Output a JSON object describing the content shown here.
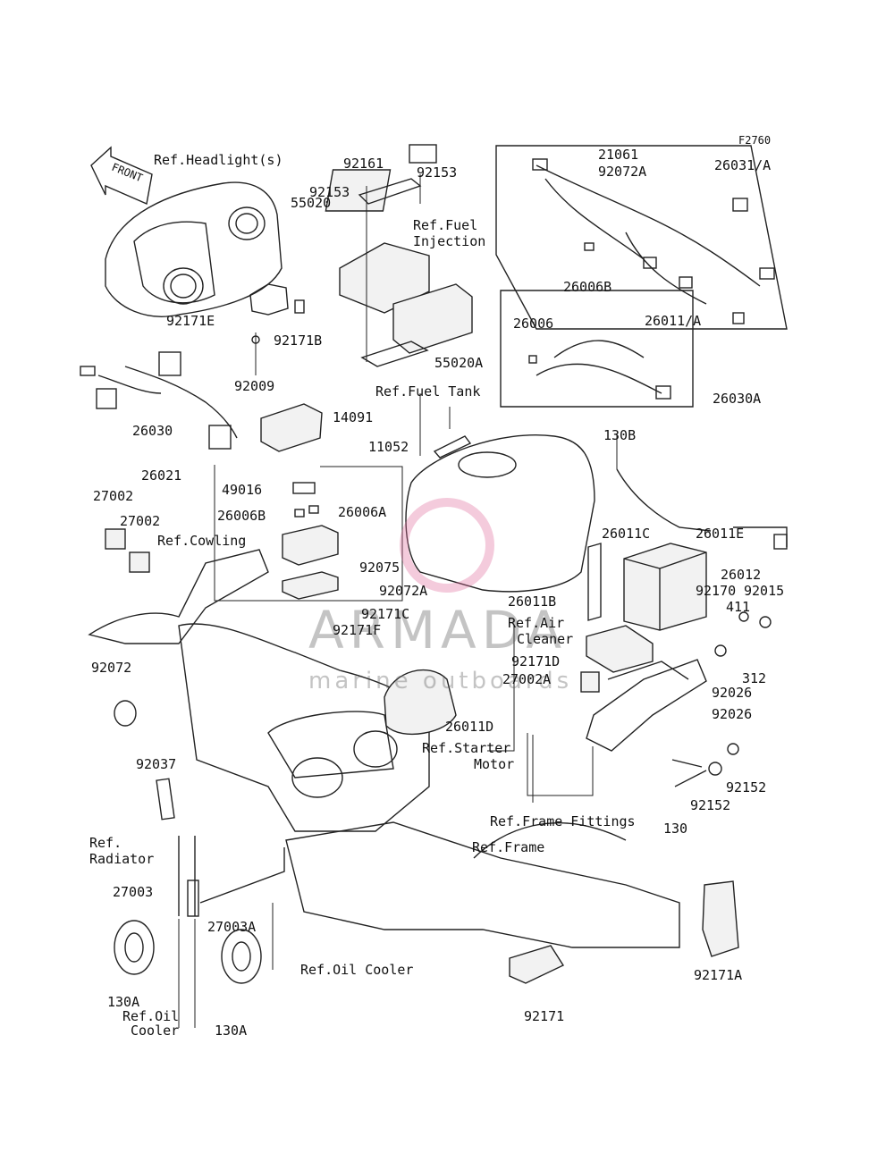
{
  "figure_code": "F2760",
  "front_arrow": "FRONT",
  "watermark": {
    "brand": "ARMADA",
    "tagline": "marine outboards"
  },
  "labels": [
    {
      "text": "Ref.Headlight(s)"
    },
    {
      "text": "92161"
    },
    {
      "text": "92153"
    },
    {
      "text": "92153"
    },
    {
      "text": "55020"
    },
    {
      "text": "Ref.Fuel"
    },
    {
      "text": "Injection"
    },
    {
      "text": "21061"
    },
    {
      "text": "92072A"
    },
    {
      "text": "26031/A"
    },
    {
      "text": "26006B"
    },
    {
      "text": "26011/A"
    },
    {
      "text": "92171E"
    },
    {
      "text": "92171B"
    },
    {
      "text": "55020A"
    },
    {
      "text": "92009"
    },
    {
      "text": "26006"
    },
    {
      "text": "26030A"
    },
    {
      "text": "26030"
    },
    {
      "text": "Ref.Fuel Tank"
    },
    {
      "text": "14091"
    },
    {
      "text": "11052"
    },
    {
      "text": "130B"
    },
    {
      "text": "26021"
    },
    {
      "text": "49016"
    },
    {
      "text": "26006B"
    },
    {
      "text": "26006A"
    },
    {
      "text": "27002"
    },
    {
      "text": "27002"
    },
    {
      "text": "Ref.Cowling"
    },
    {
      "text": "26011C"
    },
    {
      "text": "26011E"
    },
    {
      "text": "92075"
    },
    {
      "text": "26012"
    },
    {
      "text": "92072A"
    },
    {
      "text": "92170"
    },
    {
      "text": "92015"
    },
    {
      "text": "26011B"
    },
    {
      "text": "411"
    },
    {
      "text": "92171C"
    },
    {
      "text": "Ref.Air"
    },
    {
      "text": "Cleaner"
    },
    {
      "text": "92171F"
    },
    {
      "text": "92171D"
    },
    {
      "text": "312"
    },
    {
      "text": "92072"
    },
    {
      "text": "27002A"
    },
    {
      "text": "92026"
    },
    {
      "text": "92026"
    },
    {
      "text": "26011D"
    },
    {
      "text": "Ref.Starter"
    },
    {
      "text": "Motor"
    },
    {
      "text": "92037"
    },
    {
      "text": "92152"
    },
    {
      "text": "92152"
    },
    {
      "text": "Ref.Frame Fittings"
    },
    {
      "text": "130"
    },
    {
      "text": "Ref."
    },
    {
      "text": "Radiator"
    },
    {
      "text": "Ref.Frame"
    },
    {
      "text": "27003"
    },
    {
      "text": "27003A"
    },
    {
      "text": "Ref.Oil Cooler"
    },
    {
      "text": "92171A"
    },
    {
      "text": "130A"
    },
    {
      "text": "Ref.Oil"
    },
    {
      "text": "Cooler"
    },
    {
      "text": "92171"
    },
    {
      "text": "130A"
    }
  ]
}
